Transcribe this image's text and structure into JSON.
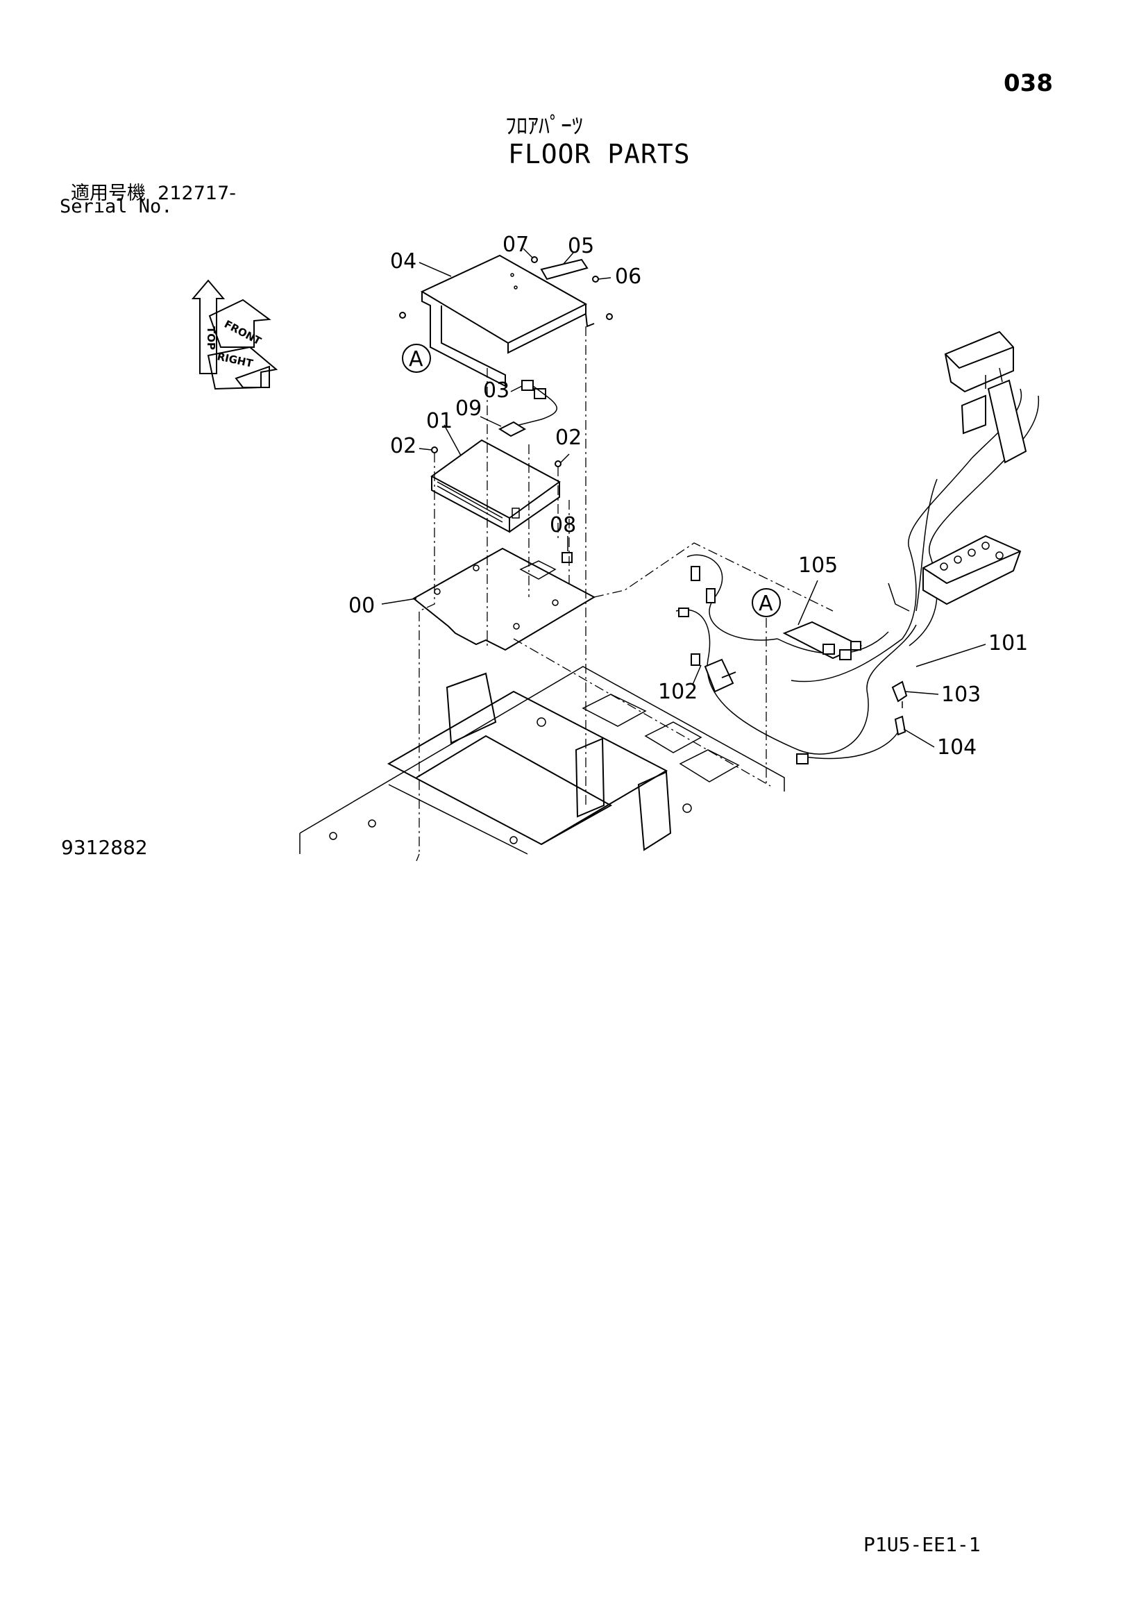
{
  "header": {
    "page_number": "038",
    "title_jp": "ﾌﾛｱﾊﾟｰﾂ",
    "title_en": "FLOOR PARTS"
  },
  "serial": {
    "label_jp": "適用号機",
    "value": "212717-",
    "label_en": "Serial No."
  },
  "orientation": {
    "top": "TOP",
    "front": "FRONT",
    "right": "RIGHT"
  },
  "callout_marker": "A",
  "part_labels": {
    "p00": "00",
    "p01": "01",
    "p02a": "02",
    "p02b": "02",
    "p03": "03",
    "p04": "04",
    "p05": "05",
    "p06": "06",
    "p07": "07",
    "p08": "08",
    "p09": "09",
    "p101": "101",
    "p102": "102",
    "p103": "103",
    "p104": "104",
    "p105": "105"
  },
  "footer": {
    "drawing_number": "9312882",
    "sheet_code": "P1U5-EE1-1"
  }
}
